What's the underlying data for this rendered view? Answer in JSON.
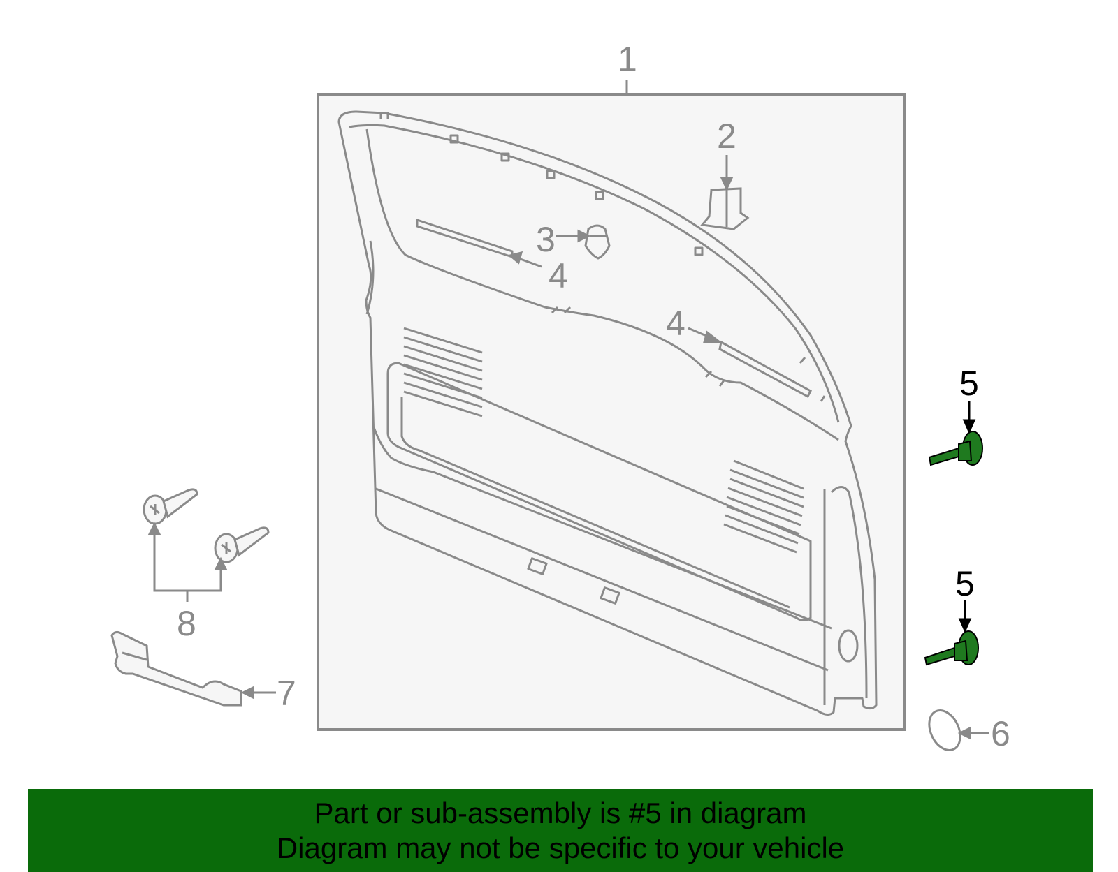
{
  "diagram": {
    "callouts": {
      "part1": "1",
      "part2": "2",
      "part3": "3",
      "part4a": "4",
      "part4b": "4",
      "part5a": "5",
      "part5b": "5",
      "part6": "6",
      "part7": "7",
      "part8": "8"
    },
    "highlighted_part": "5",
    "colors": {
      "line": "#8a8a8a",
      "panel_bg": "#f6f6f6",
      "highlight": "#1f7a1f",
      "banner": "#0a6b0a"
    }
  },
  "banner": {
    "line1": "Part or sub-assembly is #5 in diagram",
    "line2": "Diagram may not be specific to your vehicle"
  }
}
